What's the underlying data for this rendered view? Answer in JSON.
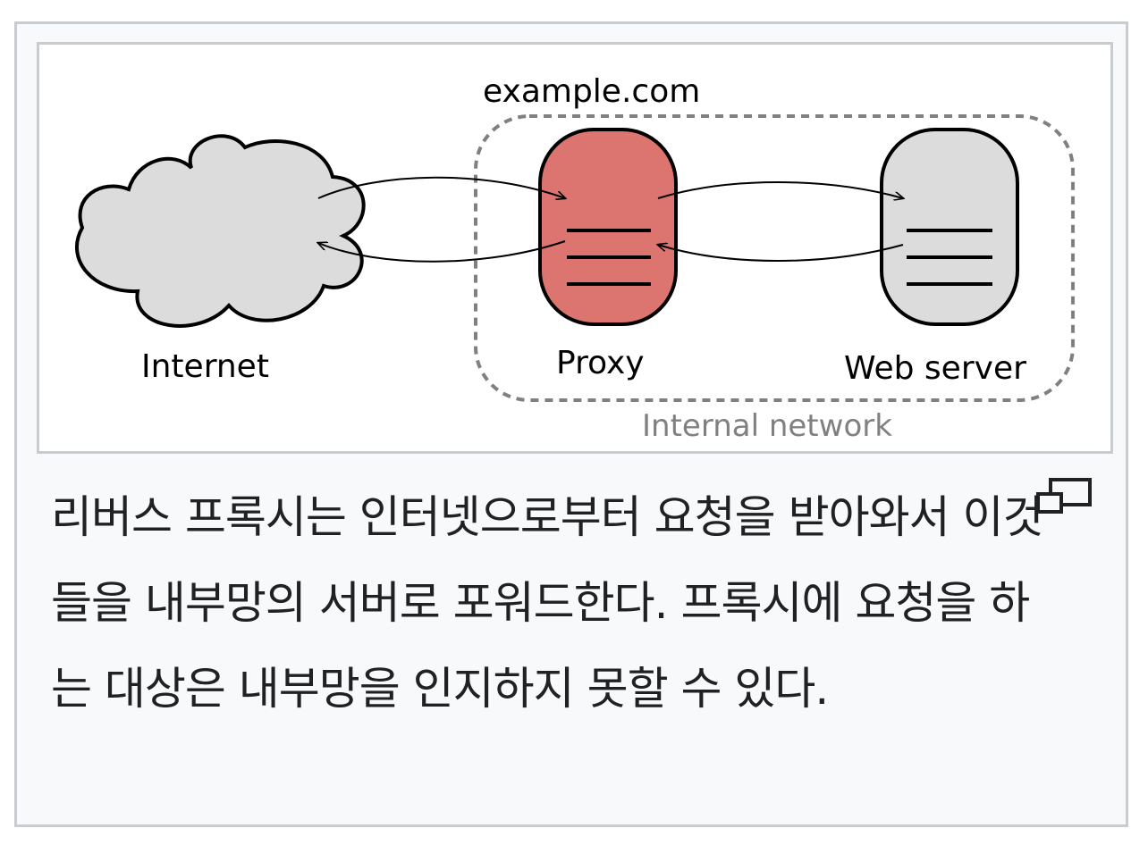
{
  "diagram": {
    "domain_label": "example.com",
    "internet_label": "Internet",
    "proxy_label": "Proxy",
    "webserver_label": "Web server",
    "network_label": "Internal network",
    "colors": {
      "proxy_fill": "#dc7470",
      "server_fill": "#dcdcdc",
      "cloud_fill": "#dcdcdc",
      "stroke": "#000000",
      "dashed_border": "#808080",
      "network_label": "#808080"
    }
  },
  "caption": {
    "text": "리버스 프록시는 인터넷으로부터 요청을 받아와서 이것들을 내부망의 서버로 포워드한다. 프록시에 요청을 하는 대상은 내부망을 인지하지 못할 수 있다.",
    "enlarge_icon": "magnify-clip-icon"
  }
}
